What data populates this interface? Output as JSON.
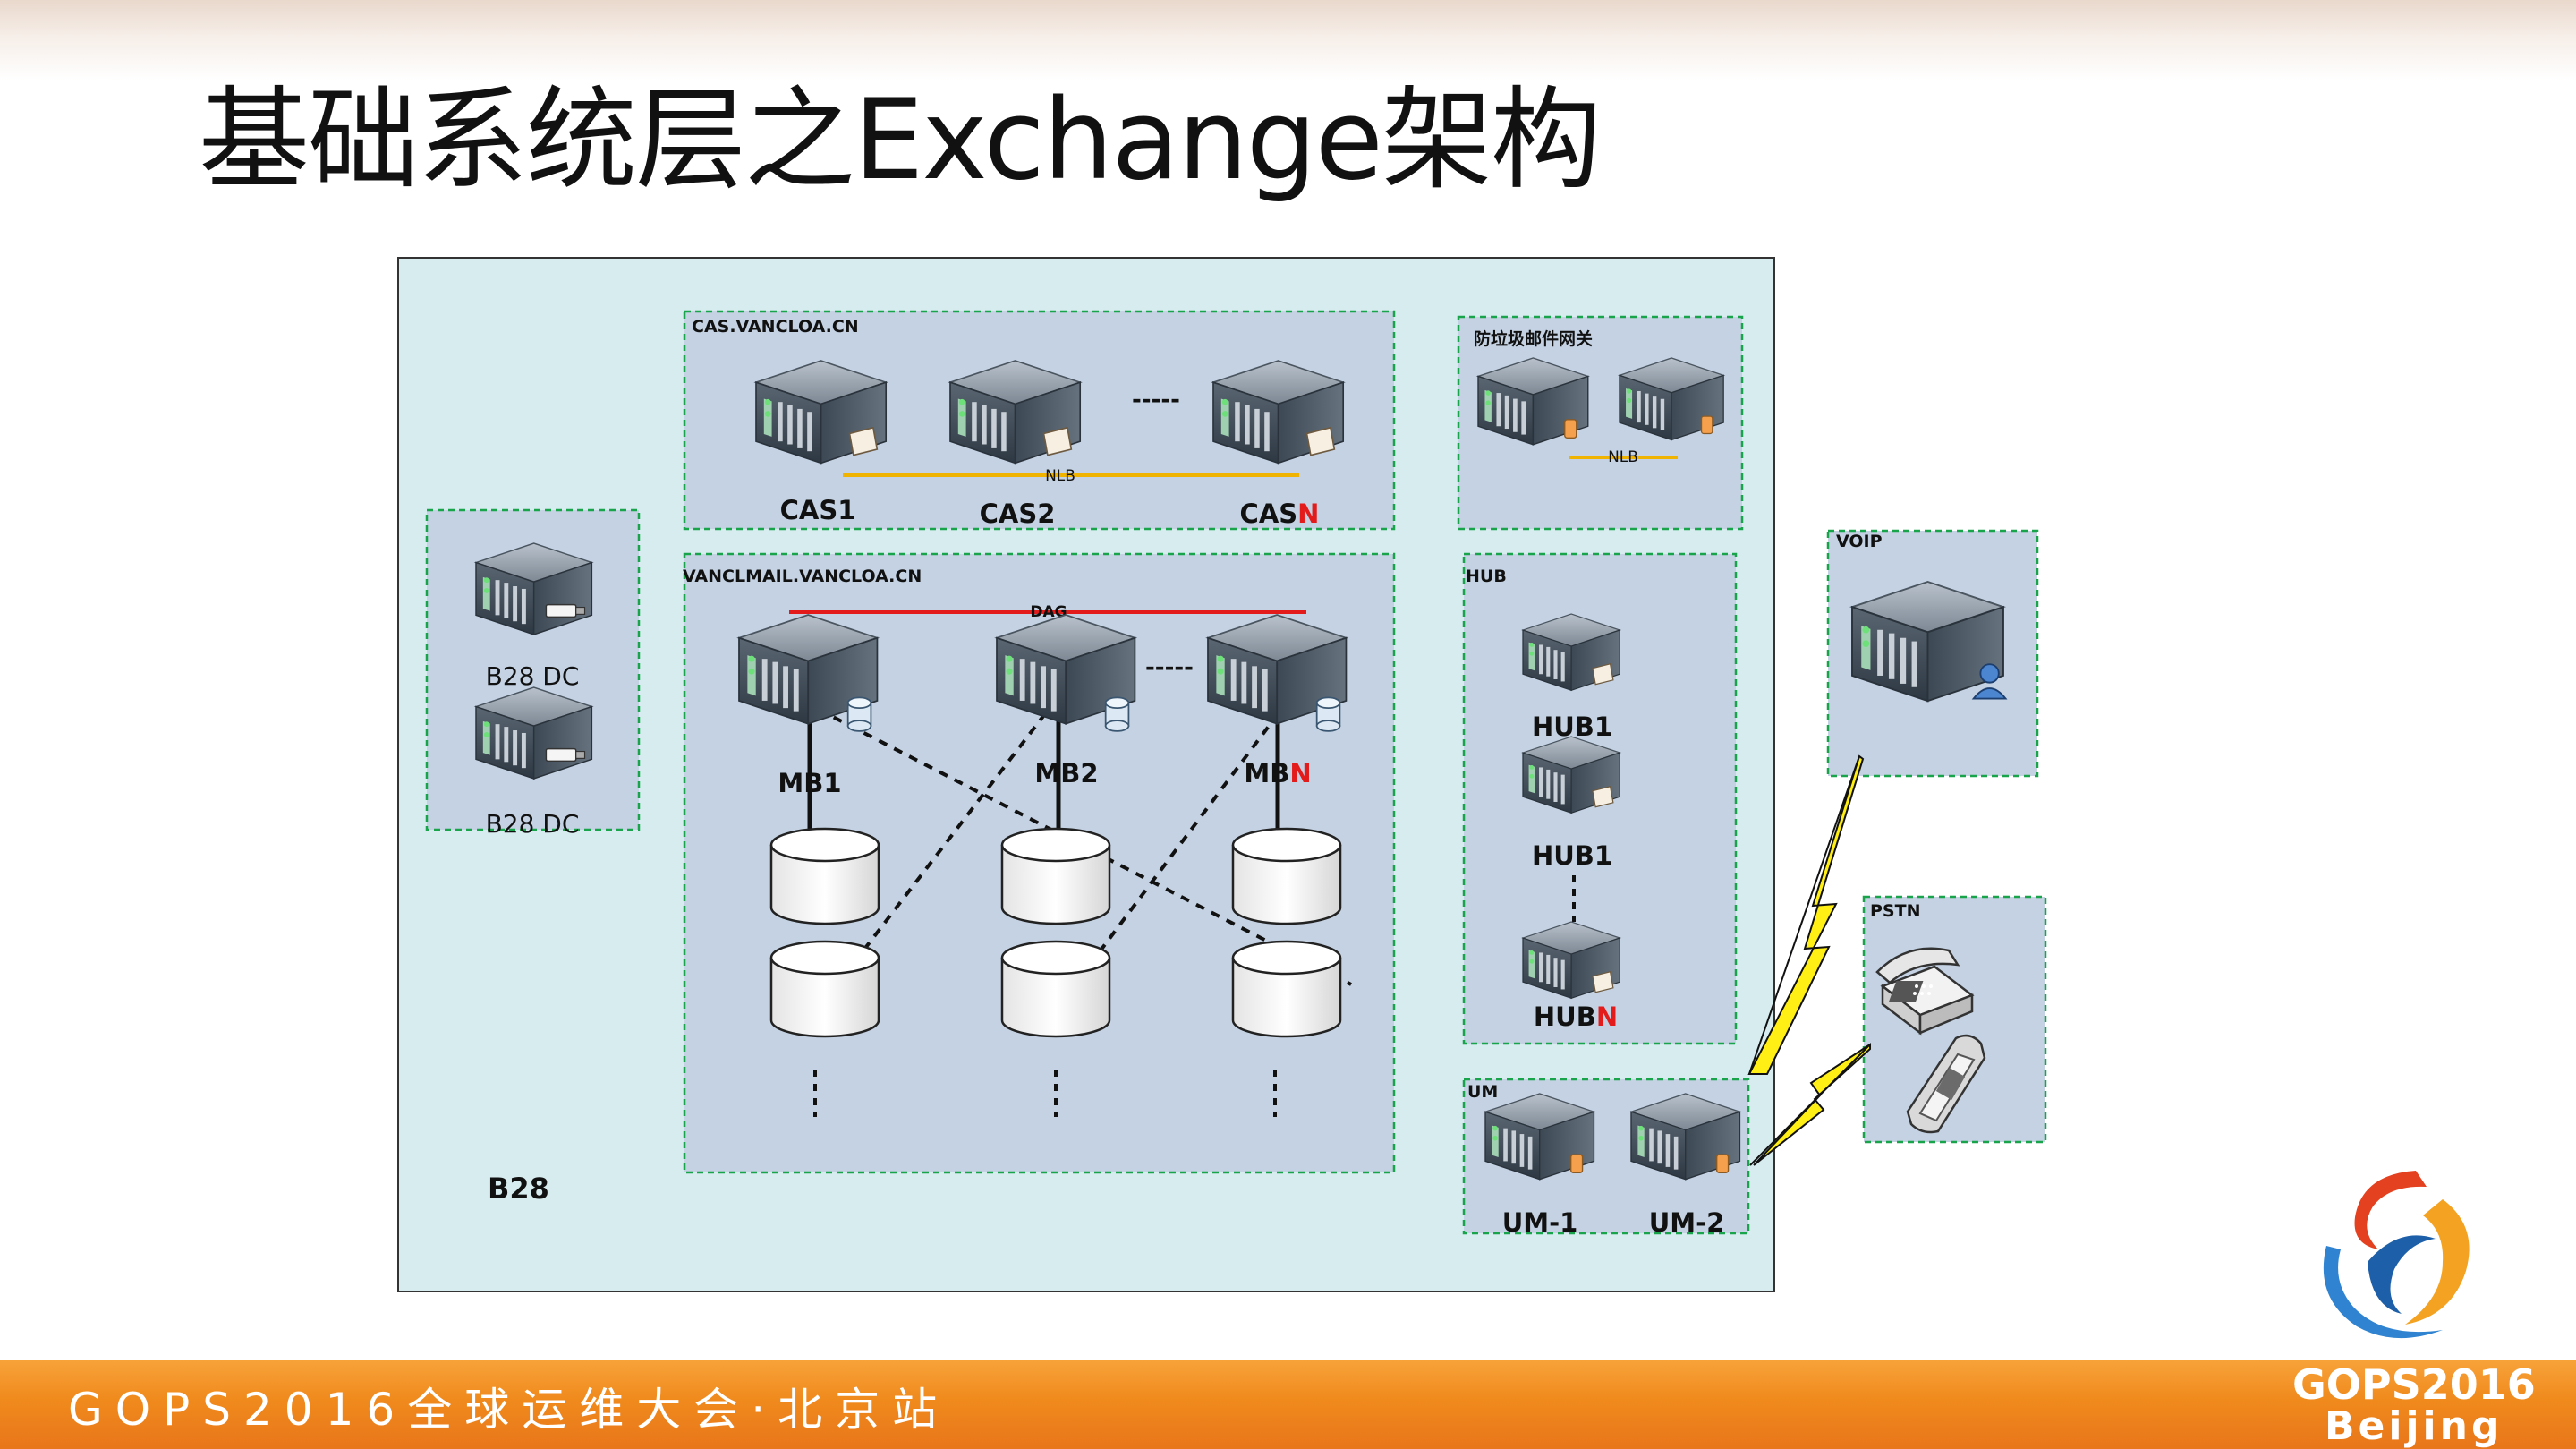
{
  "slide": {
    "title": "基础系统层之Exchange架构"
  },
  "diagram": {
    "site_label": "B28",
    "dc_servers": [
      "B28 DC",
      "B28 DC"
    ],
    "cas": {
      "group": "CAS.VANCLOA.CN",
      "servers": [
        "CAS1",
        "CAS2",
        "CAS"
      ],
      "last_suffix": "N",
      "ellipsis": "-----",
      "balancer": "NLB"
    },
    "spam": {
      "group": "防垃圾邮件网关",
      "balancer": "NLB"
    },
    "mailbox": {
      "group": "VANCLMAIL.VANCLOA.CN",
      "dag": "DAG",
      "servers": [
        "MB1",
        "MB2",
        "MB"
      ],
      "last_suffix": "N",
      "ellipsis": "-----"
    },
    "hub": {
      "group": "HUB",
      "servers": [
        "HUB1",
        "HUB1",
        "HUB"
      ],
      "last_suffix": "N"
    },
    "um": {
      "group": "UM",
      "servers": [
        "UM-1",
        "UM-2"
      ]
    },
    "voip": {
      "group": "VOIP"
    },
    "pstn": {
      "group": "PSTN"
    },
    "colors": {
      "panel_border": "#333333",
      "panel_fill": "#d6ecef",
      "group_fill": "#c4d2e3",
      "group_border": "#19a34a",
      "nlb_line": "#f0b400",
      "dag_line": "#e31b1b",
      "accent_red": "#e31b1b"
    }
  },
  "footer": {
    "event": "GOPS2016全球运维大会·北京站",
    "brand_line1": "GOPS2016",
    "brand_line2": "Beijing"
  }
}
